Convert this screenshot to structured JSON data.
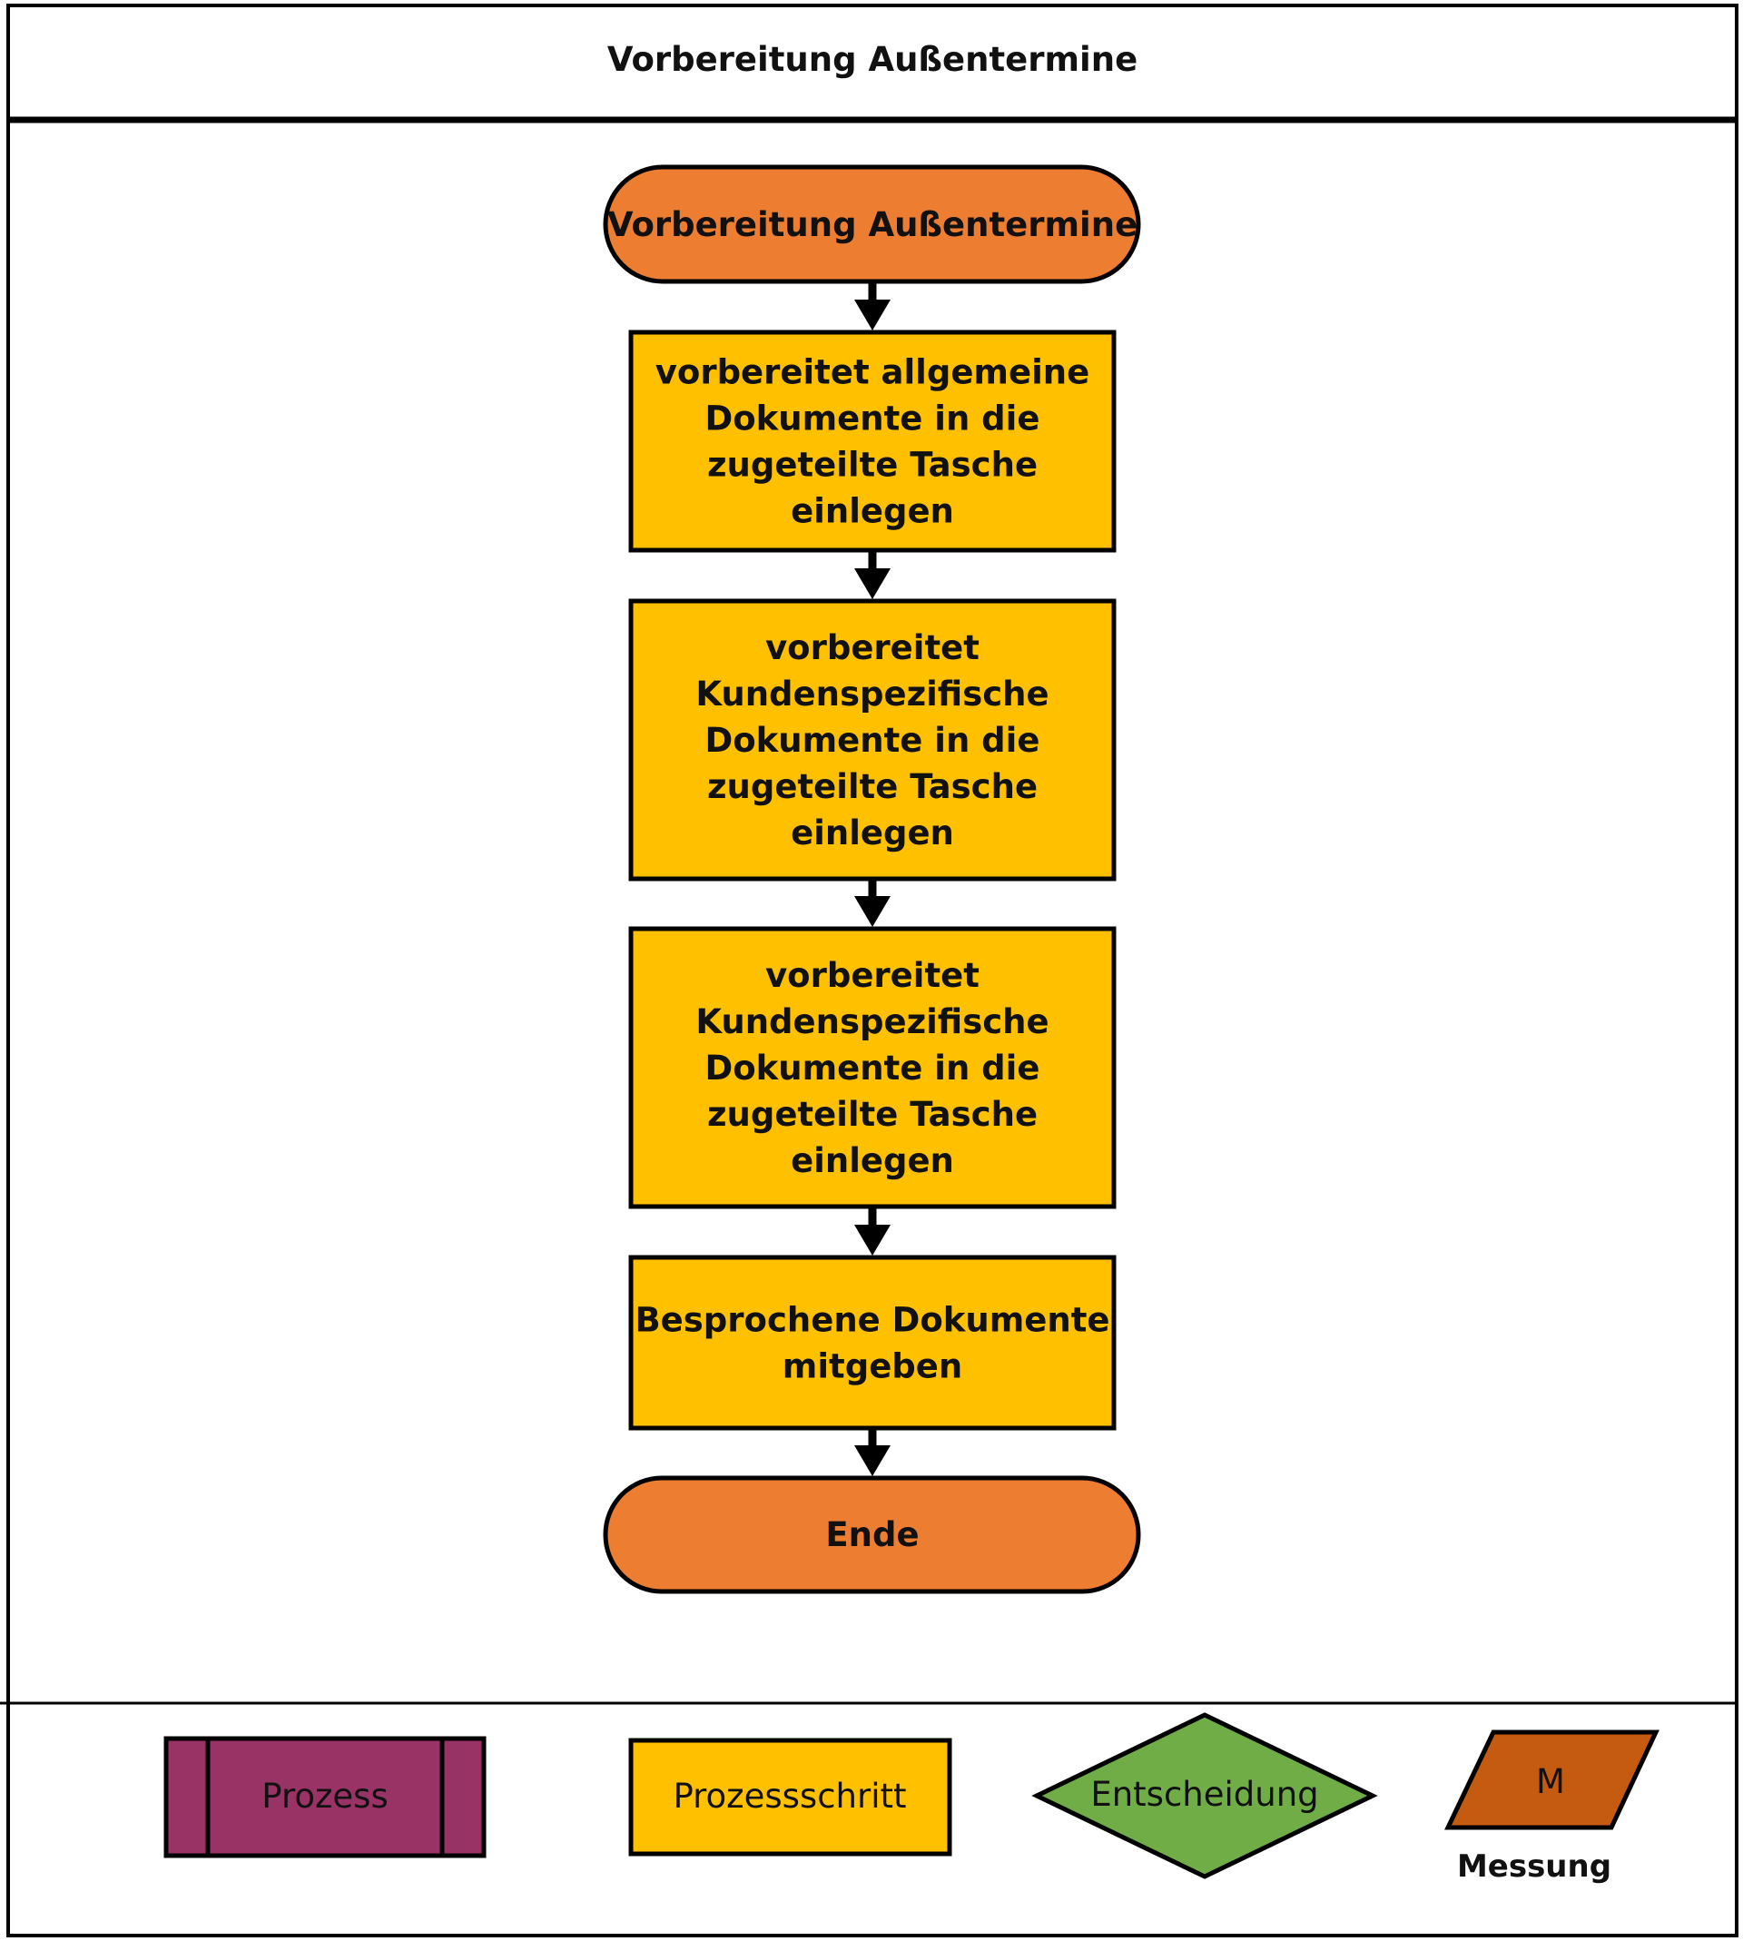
{
  "title": "Vorbereitung Außentermine",
  "colors": {
    "terminal": "#ED7D31",
    "step": "#FFC000",
    "prozess": "#993366",
    "entscheidung": "#70AD47",
    "messung": "#C55A11",
    "stroke": "#000000"
  },
  "flow": {
    "start": "Vorbereitung Außentermine",
    "steps": [
      [
        "vorbereitet allgemeine",
        "Dokumente in die",
        "zugeteilte Tasche",
        "einlegen"
      ],
      [
        "vorbereitet",
        "Kundenspezifische",
        "Dokumente in die",
        "zugeteilte Tasche",
        "einlegen"
      ],
      [
        "vorbereitet",
        "Kundenspezifische",
        "Dokumente in die",
        "zugeteilte Tasche",
        "einlegen"
      ],
      [
        "Besprochene Dokumente",
        "mitgeben"
      ]
    ],
    "end": "Ende"
  },
  "legend": {
    "prozess": "Prozess",
    "prozessschritt": "Prozessschritt",
    "entscheidung": "Entscheidung",
    "messung_symbol": "M",
    "messung": "Messung"
  }
}
